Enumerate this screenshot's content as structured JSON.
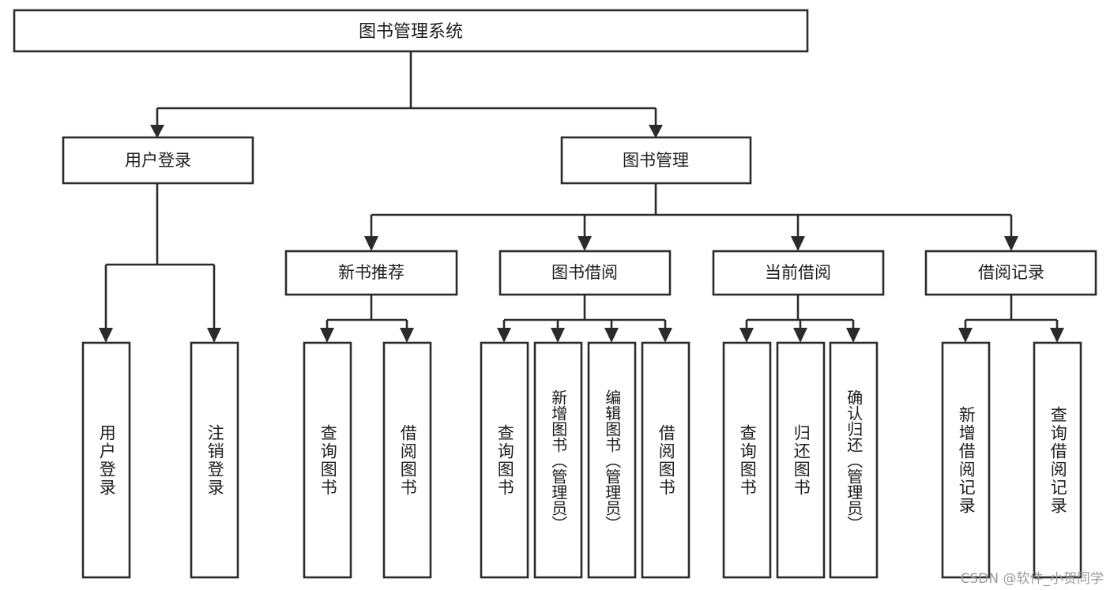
{
  "diagram": {
    "type": "tree-hierarchy",
    "title": "图书管理系统",
    "watermark": "CSDN @软件_小贺同学",
    "colors": {
      "stroke": "#2b2b2b",
      "fill": "#ffffff",
      "text": "#1d1d1d",
      "watermark": "#9a9a9a"
    },
    "root": {
      "label": "图书管理系统",
      "orientation": "horizontal"
    },
    "level2": [
      {
        "label": "用户登录",
        "orientation": "horizontal"
      },
      {
        "label": "图书管理",
        "orientation": "horizontal"
      }
    ],
    "level3": [
      {
        "label": "新书推荐",
        "orientation": "horizontal"
      },
      {
        "label": "图书借阅",
        "orientation": "horizontal"
      },
      {
        "label": "当前借阅",
        "orientation": "horizontal"
      },
      {
        "label": "借阅记录",
        "orientation": "horizontal"
      }
    ],
    "leaves": {
      "user_login": [
        {
          "label": "用户登录",
          "orientation": "vertical"
        },
        {
          "label": "注销登录",
          "orientation": "vertical"
        }
      ],
      "new_book_recommend": [
        {
          "label": "查询图书",
          "orientation": "vertical"
        },
        {
          "label": "借阅图书",
          "orientation": "vertical"
        }
      ],
      "book_borrow": [
        {
          "label": "查询图书",
          "orientation": "vertical"
        },
        {
          "label": "新增图书（管理员）",
          "orientation": "vertical"
        },
        {
          "label": "编辑图书（管理员）",
          "orientation": "vertical"
        },
        {
          "label": "借阅图书",
          "orientation": "vertical"
        }
      ],
      "current_borrow": [
        {
          "label": "查询图书",
          "orientation": "vertical"
        },
        {
          "label": "归还图书",
          "orientation": "vertical"
        },
        {
          "label": "确认归还（管理员）",
          "orientation": "vertical"
        }
      ],
      "borrow_record": [
        {
          "label": "新增借阅记录",
          "orientation": "vertical"
        },
        {
          "label": "查询借阅记录",
          "orientation": "vertical"
        }
      ]
    }
  }
}
